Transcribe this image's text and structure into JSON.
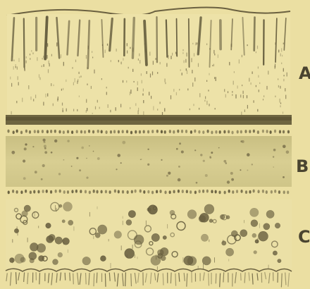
{
  "labels": {
    "a": "A",
    "b": "B",
    "c": "C"
  },
  "colors": {
    "background": "#ebdfa2",
    "ink": "#5a5235",
    "dark_band": "#6e6540",
    "layer_b_fill": "#d6cc8e"
  }
}
